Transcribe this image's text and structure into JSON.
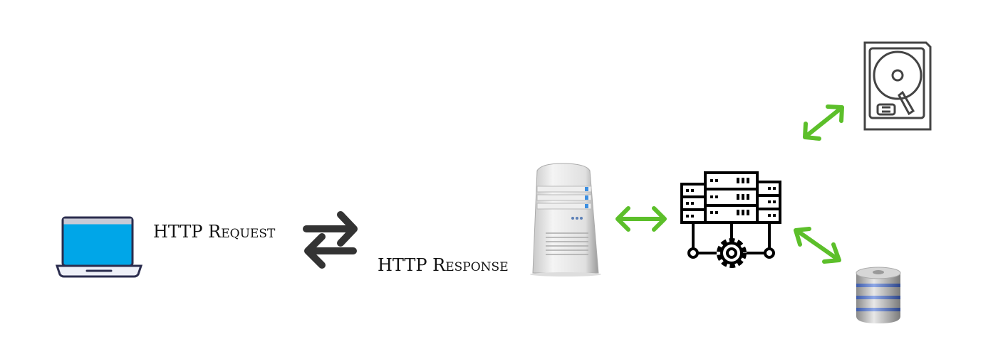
{
  "labels": {
    "request": "HTTP Request",
    "response": "HTTP Response"
  },
  "nodes": [
    "client-laptop",
    "web-server",
    "application-server",
    "hard-disk",
    "database"
  ],
  "colors": {
    "accent_arrow": "#5cbf2a",
    "dark_arrow": "#333333",
    "laptop_screen": "#00a6e8",
    "outline": "#2b2d4e"
  }
}
